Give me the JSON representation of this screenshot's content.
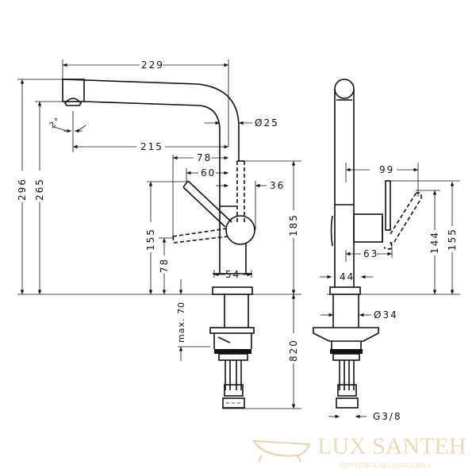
{
  "dimensions": {
    "spout_length": "229",
    "total_height": "296",
    "spout_height": "265",
    "spout_angle": "2°",
    "spout_diameter": "Ø25",
    "spout_reach": "215",
    "lever_reach_78": "78",
    "lever_reach_60": "60",
    "lever_offset": "36",
    "handle_height": "155",
    "lever_low_height": "78",
    "deck_thickness": "max. 70",
    "body_height": "185",
    "base_width": "54",
    "hose_length": "820",
    "side_lever_reach": "99",
    "side_handle_depth": "63",
    "side_base_width": "44",
    "side_height_144": "144",
    "side_height_155": "155",
    "shank_diameter": "Ø34",
    "thread": "G3/8"
  },
  "watermark": {
    "brand": "LUX SANTEH",
    "tagline": "ЕВРОПЕЙСКАЯ САНТЕХНИКА",
    "color": "#e6d3a6"
  }
}
